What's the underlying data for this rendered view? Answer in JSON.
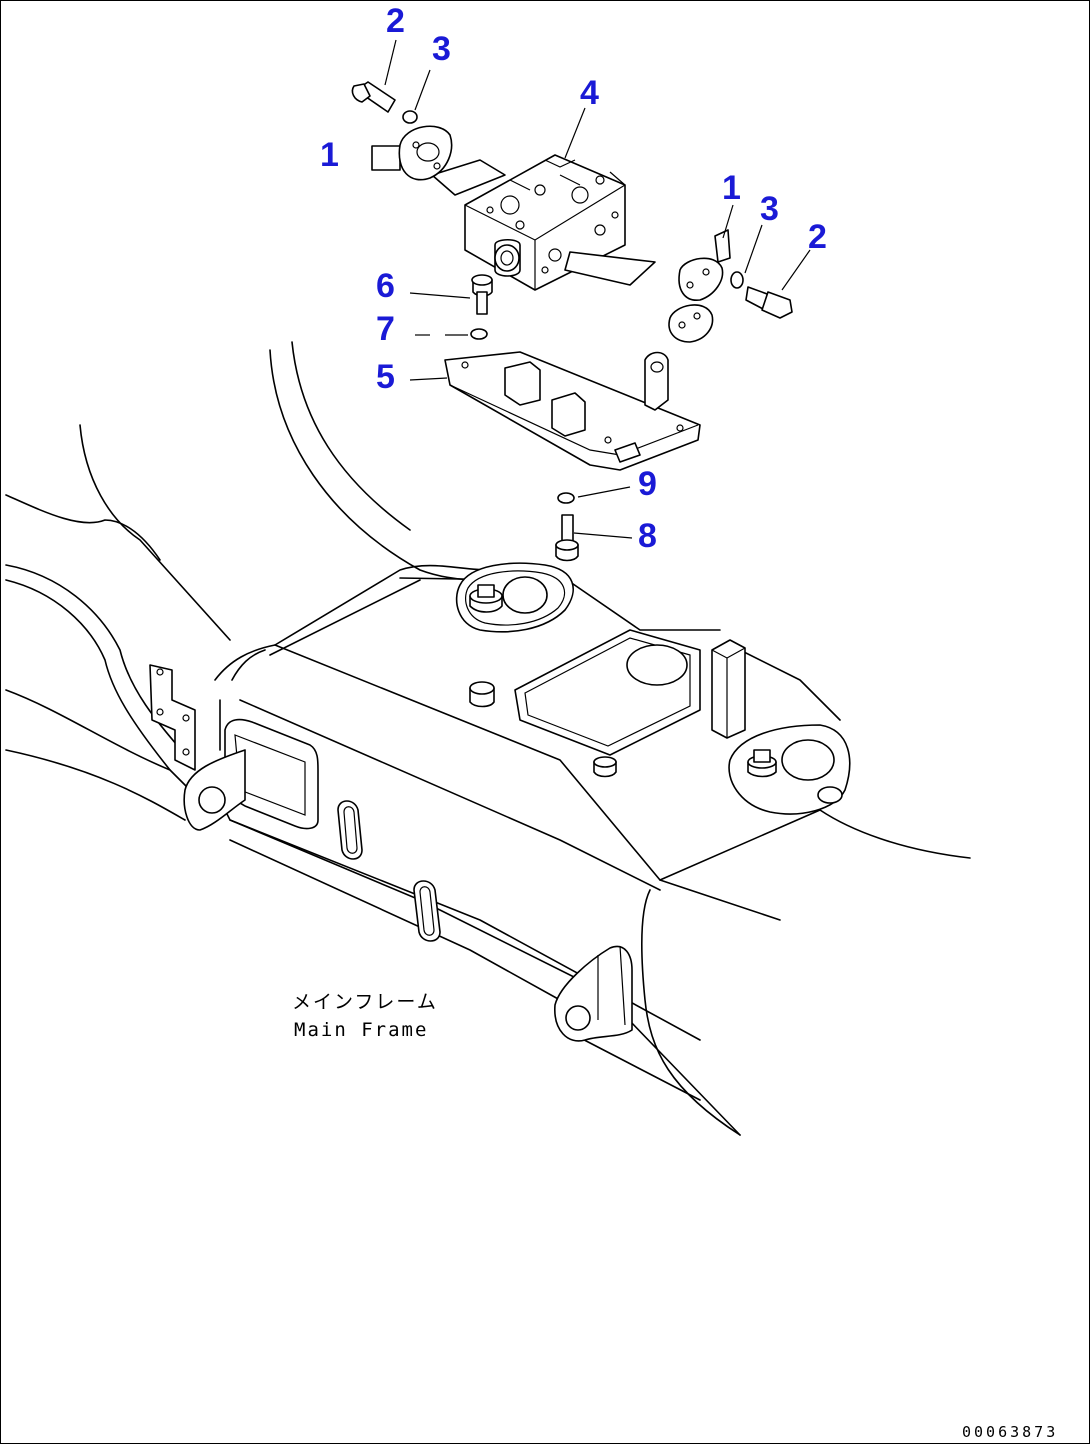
{
  "diagram": {
    "callouts": [
      {
        "id": "c2a",
        "label": "2"
      },
      {
        "id": "c3a",
        "label": "3"
      },
      {
        "id": "c4",
        "label": "4"
      },
      {
        "id": "c1a",
        "label": "1"
      },
      {
        "id": "c1b",
        "label": "1"
      },
      {
        "id": "c3b",
        "label": "3"
      },
      {
        "id": "c2b",
        "label": "2"
      },
      {
        "id": "c6",
        "label": "6"
      },
      {
        "id": "c7",
        "label": "7"
      },
      {
        "id": "c5",
        "label": "5"
      },
      {
        "id": "c9",
        "label": "9"
      },
      {
        "id": "c8",
        "label": "8"
      }
    ],
    "caption_jp": "メインフレーム",
    "caption_en": "Main Frame",
    "document_number": "00063873",
    "callout_color": "#1a1ad6"
  }
}
